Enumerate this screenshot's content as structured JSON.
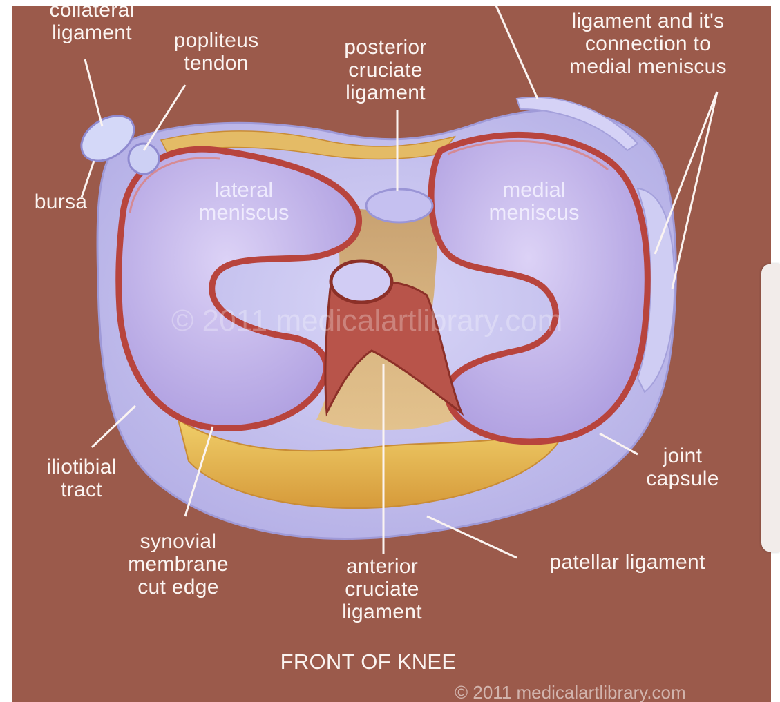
{
  "labels": {
    "collateral_ligament": "collateral\nligament",
    "popliteus_tendon": "popliteus\ntendon",
    "posterior_cruciate": "posterior\ncruciate\nligament",
    "medial_collateral": "ligament and it's\nconnection to\nmedial meniscus",
    "bursa": "bursa",
    "lateral_meniscus": "lateral\nmeniscus",
    "medial_meniscus": "medial\nmeniscus",
    "iliotibial_tract": "iliotibial\ntract",
    "joint_capsule": "joint\ncapsule",
    "synovial_membrane": "synovial\nmembrane\ncut edge",
    "anterior_cruciate": "anterior\ncruciate\nligament",
    "patellar_ligament": "patellar ligament",
    "front_of_knee": "FRONT OF KNEE"
  },
  "watermark": "© 2011 medicalartlibrary.com",
  "copyright": "© 2011 medicalartlibrary.com",
  "colors": {
    "background": "#9b5a4b",
    "capsule": "#c9c6f0",
    "meniscus": "#c7b8ee",
    "membrane": "#b8443d",
    "fat": "#e8b84f"
  }
}
